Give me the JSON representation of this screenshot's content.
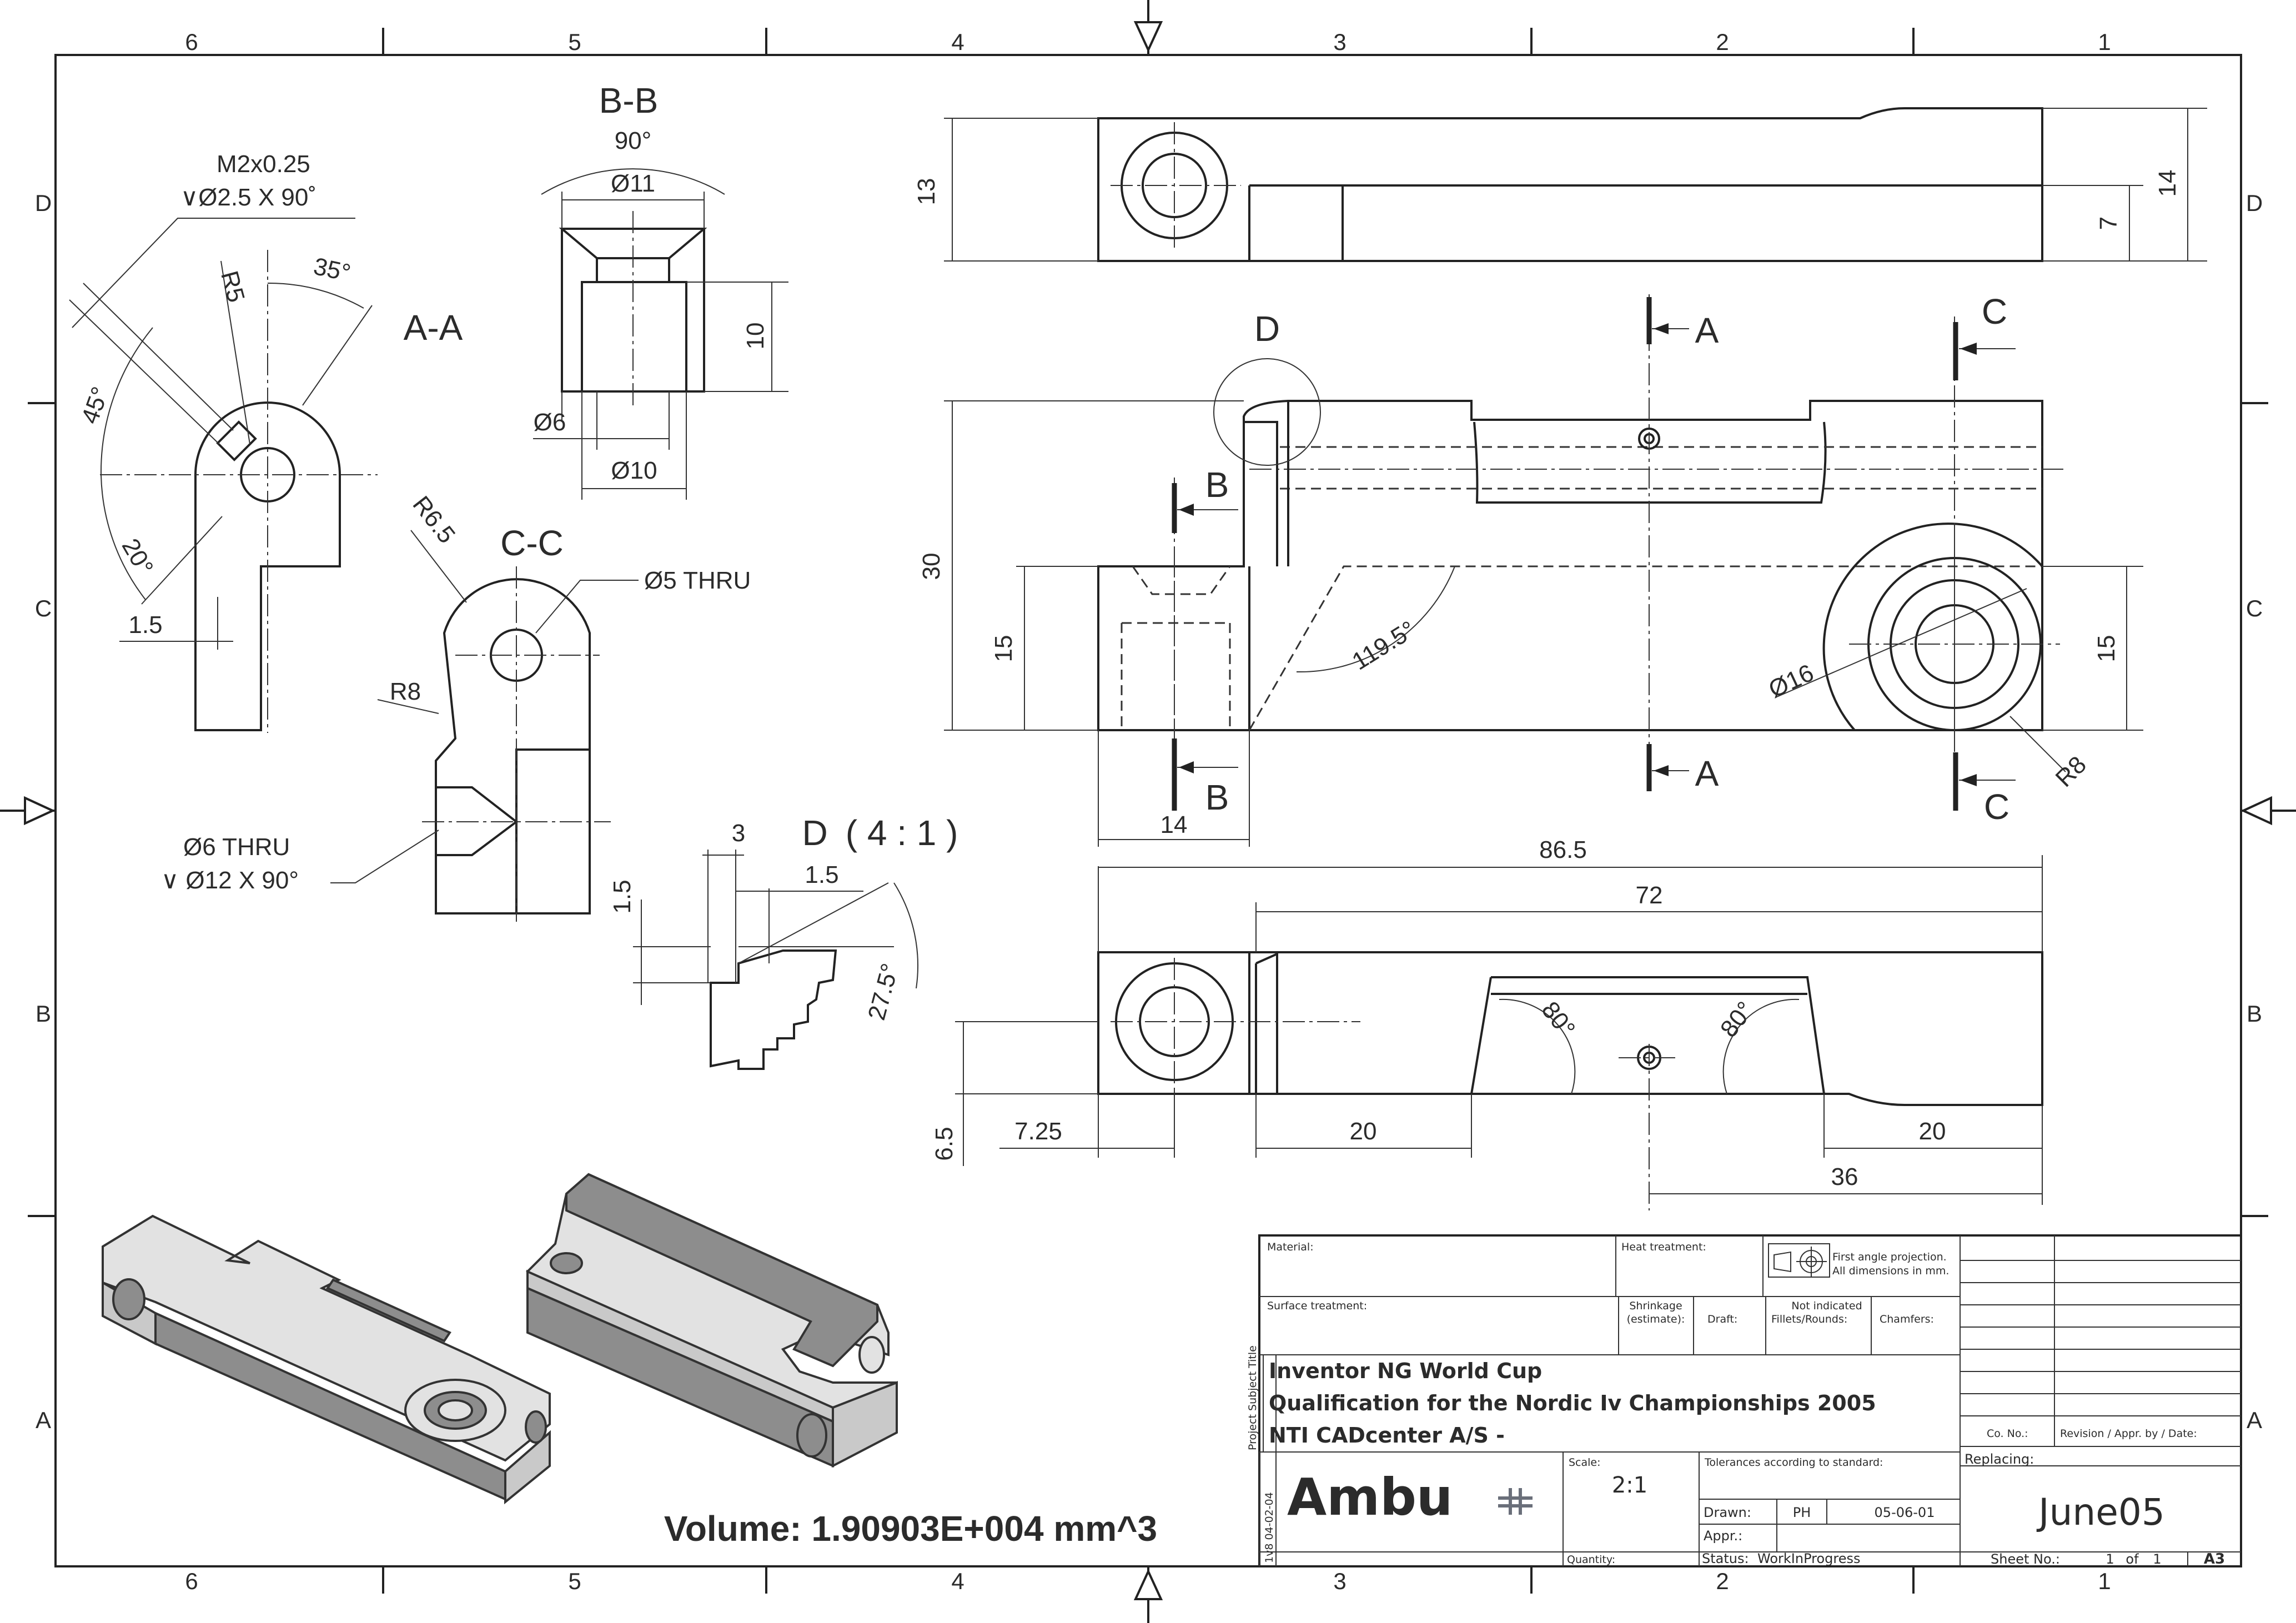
{
  "sheet": {
    "zones_cols": [
      "6",
      "5",
      "4",
      "3",
      "2",
      "1"
    ],
    "zones_rows": [
      "D",
      "C",
      "B",
      "A"
    ]
  },
  "views": {
    "section_aa": {
      "label": "A-A",
      "thread_callout_1": "M2x0.25",
      "thread_callout_2": "∨Ø2.5 X 90˚",
      "dims": {
        "r5": "R5",
        "a35": "35°",
        "a45": "45°",
        "a20": "20°",
        "d15": "1.5"
      }
    },
    "section_bb": {
      "label": "B-B",
      "dims": {
        "a90": "90°",
        "d11": "Ø11",
        "d10h": "10",
        "d6": "Ø6",
        "d10": "Ø10"
      }
    },
    "section_cc": {
      "label": "C-C",
      "dims": {
        "r65": "R6.5",
        "thru5": "Ø5 THRU",
        "r8": "R8",
        "thru6": "Ø6 THRU",
        "csk12": "∨ Ø12 X 90°"
      }
    },
    "detail_d": {
      "label": "D ( 4 : 1 )",
      "dims": {
        "d3": "3",
        "d15a": "1.5",
        "d15b": "1.5",
        "a275": "27.5°"
      }
    },
    "top_view": {
      "dims": {
        "d13": "13",
        "d14": "14",
        "d7": "7"
      }
    },
    "front_view": {
      "detail_callout": "D",
      "cut_a": "A",
      "cut_b": "B",
      "cut_c": "C",
      "dims": {
        "d30": "30",
        "d15l": "15",
        "d15r": "15",
        "a1195": "119.5°",
        "d16": "Ø16",
        "r8": "R8",
        "d14": "14"
      }
    },
    "bottom_view": {
      "dims": {
        "d865": "86.5",
        "d72": "72",
        "a80l": "80°",
        "a80r": "80°",
        "d65": "6.5",
        "d725": "7.25",
        "d20l": "20",
        "d20r": "20",
        "d36": "36"
      }
    },
    "volume": "Volume: 1.90903E+004 mm^3"
  },
  "title_block": {
    "material_label": "Material:",
    "heat_label": "Heat treatment:",
    "projection_text_1": "First angle projection.",
    "projection_text_2": "All dimensions in mm.",
    "surface_label": "Surface treatment:",
    "shrinkage_label_1": "Shrinkage",
    "shrinkage_label_2": "(estimate):",
    "draft_label": "Draft:",
    "not_indicated": "Not indicated",
    "fillets_label": "Fillets/Rounds:",
    "chamfers_label": "Chamfers:",
    "side_label": "Project  Subject  Title",
    "title_line_1": "Inventor NG World Cup",
    "title_line_2": "Qualification for the Nordic Iv Championships 2005",
    "title_line_3": "NTI CADcenter A/S -",
    "logo": "Ambu",
    "version": "1v8 04-02-04",
    "scale_label": "Scale:",
    "scale_value": "2:1",
    "tolerance_label": "Tolerances according to standard:",
    "drawn_label": "Drawn:",
    "drawn_by": "PH",
    "drawn_date": "05-06-01",
    "appr_label": "Appr.:",
    "quantity_label": "Quantity:",
    "status_label": "Status:",
    "status_value": "WorkInProgress",
    "co_no_label": "Co. No.:",
    "revision_label": "Revision / Appr. by / Date:",
    "replacing_label": "Replacing:",
    "drawing_no": "June05",
    "sheet_no_label": "Sheet No.:",
    "sheet_no": "1",
    "of_label": "of",
    "sheet_total": "1",
    "format": "A3"
  },
  "colors": {
    "logo": "#d2232a",
    "line": "#222222",
    "shade": "#c9c9c9"
  }
}
